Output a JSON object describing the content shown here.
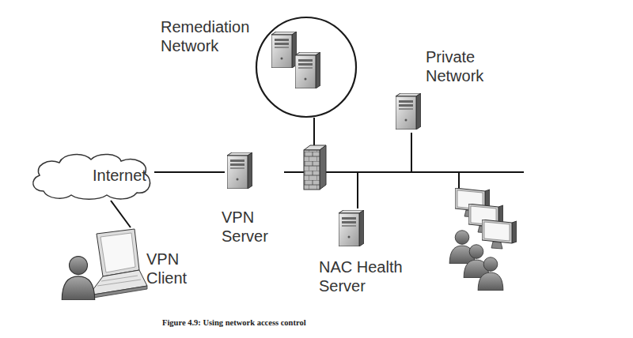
{
  "diagram": {
    "caption": "Figure 4.9: Using network access control",
    "nodes": [
      {
        "text": [
          "Internet"
        ]
      },
      {
        "text": [
          "VPN Client"
        ]
      },
      {
        "text": [
          "VPN Server"
        ]
      },
      {
        "text": [
          "Remediation Network"
        ]
      },
      {
        "text": [
          "Private Network"
        ]
      },
      {
        "text": [
          "NAC Health Server"
        ]
      }
    ],
    "edges": [
      {
        "from": 0,
        "to": 1,
        "arrow": "none"
      },
      {
        "from": 0,
        "to": 2,
        "arrow": "none"
      },
      {
        "from": 2,
        "to": 5,
        "arrow": "none"
      },
      {
        "from": 2,
        "to": 4,
        "arrow": "none"
      }
    ]
  }
}
